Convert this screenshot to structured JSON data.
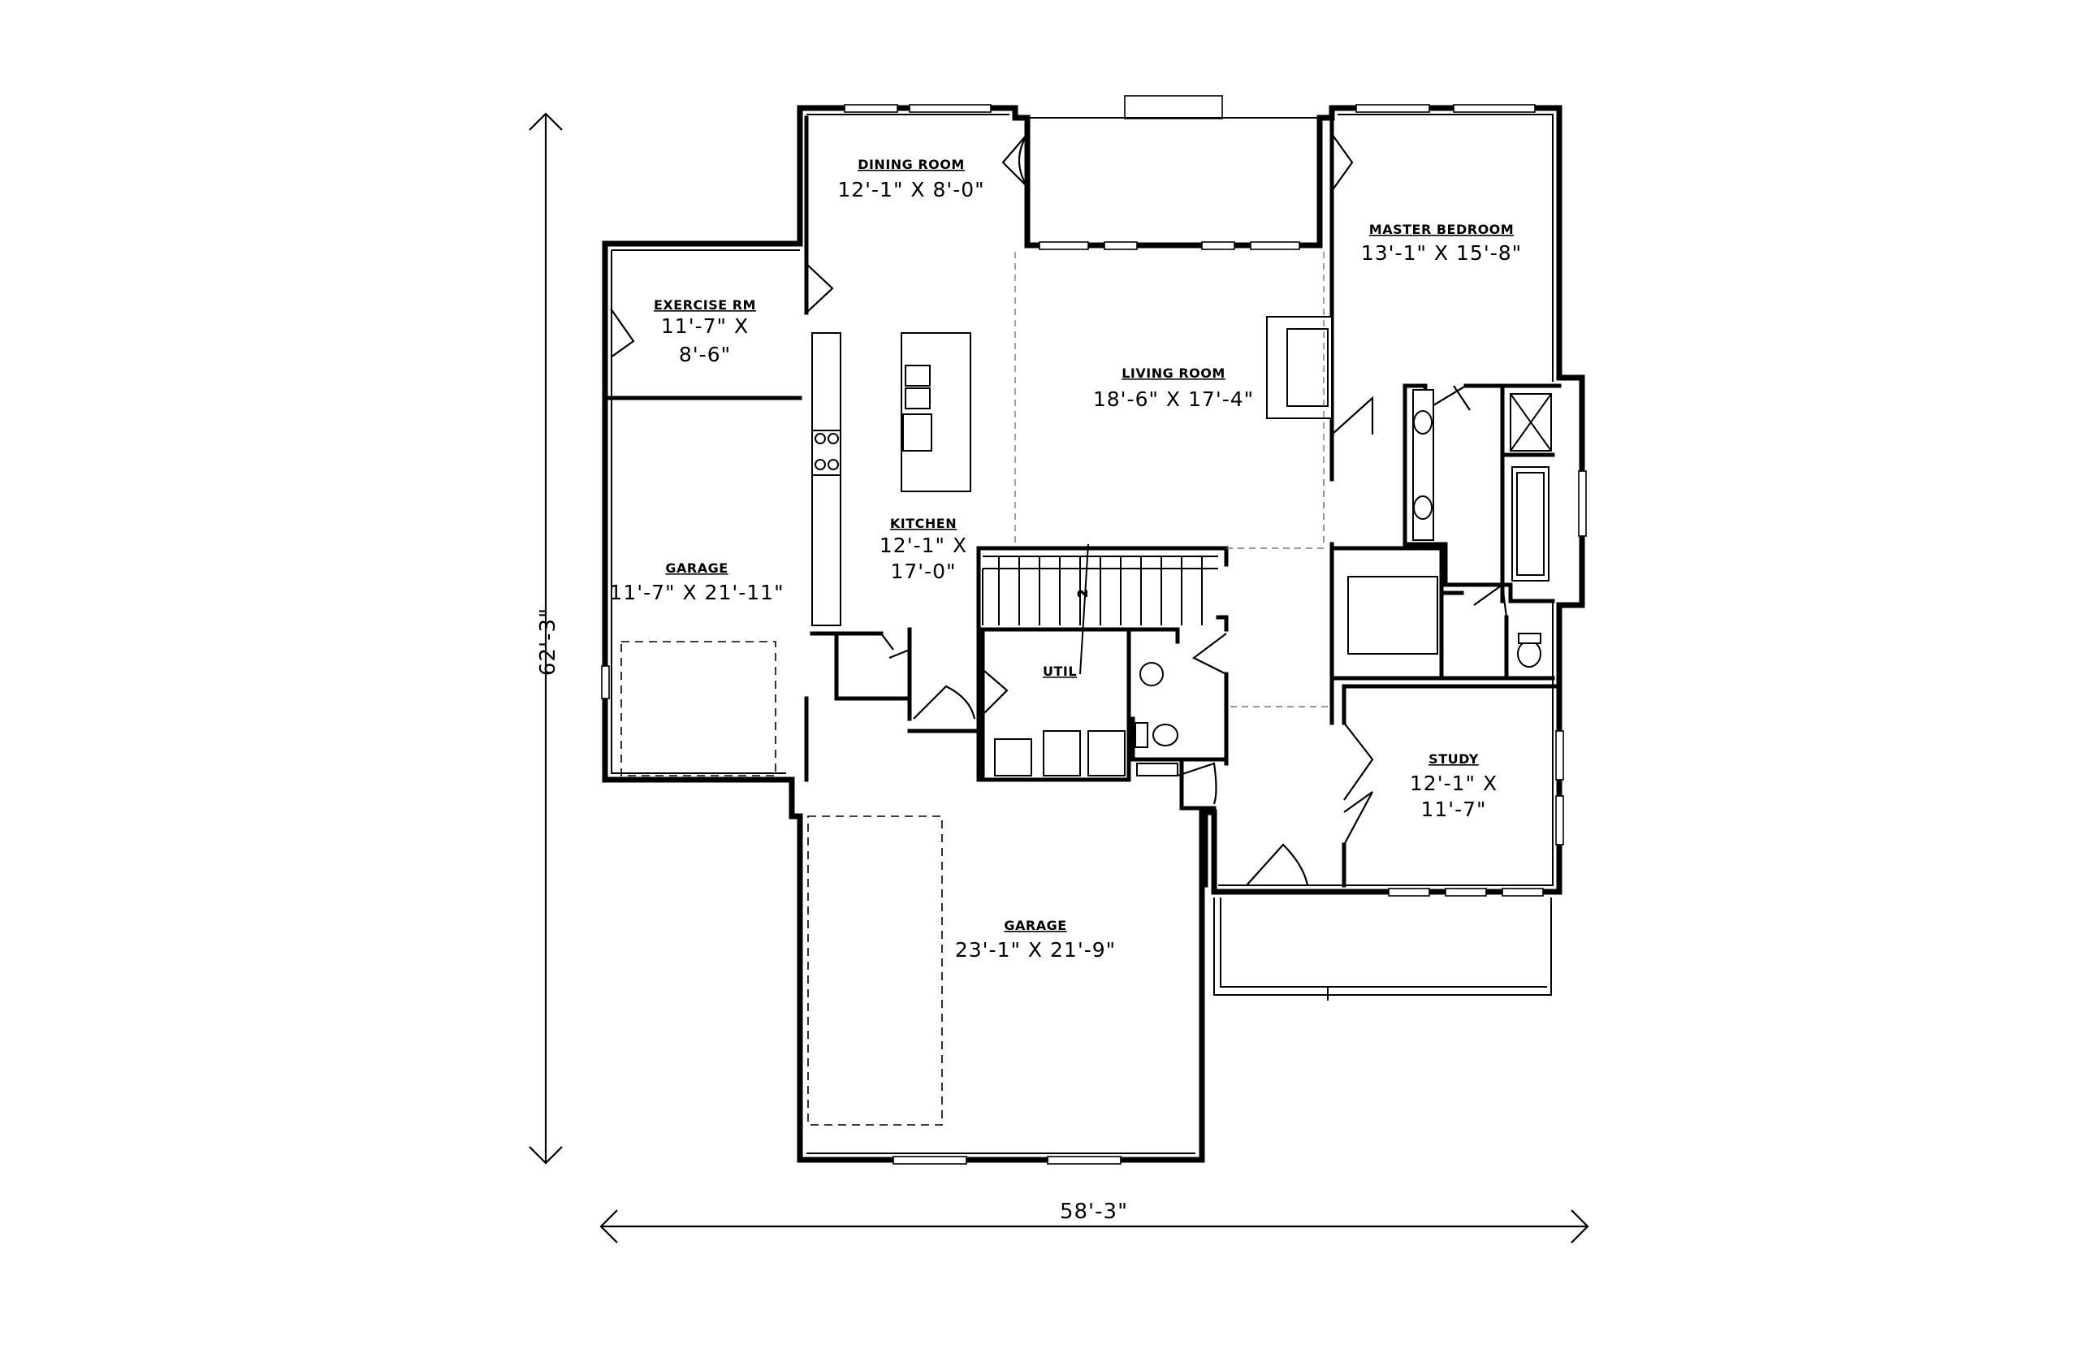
{
  "overall": {
    "width_label": "58'-3\"",
    "depth_label": "62'-3\""
  },
  "rooms": {
    "dining": {
      "name": "DINING ROOM",
      "dim1": "12'-1\" X 8'-0\""
    },
    "master": {
      "name": "MASTER BEDROOM",
      "dim1": "13'-1\" X 15'-8\""
    },
    "exercise": {
      "name": "EXERCISE RM",
      "dim1": "11'-7\" X",
      "dim2": "8'-6\""
    },
    "living": {
      "name": "LIVING ROOM",
      "dim1": "18'-6\" X 17'-4\""
    },
    "kitchen": {
      "name": "KITCHEN",
      "dim1": "12'-1\" X",
      "dim2": "17'-0\""
    },
    "garage_small": {
      "name": "GARAGE",
      "dim1": "11'-7\" X 21'-11\""
    },
    "util": {
      "name": "UTIL"
    },
    "study": {
      "name": "STUDY",
      "dim1": "12'-1\" X",
      "dim2": "11'-7\""
    },
    "garage_large": {
      "name": "GARAGE",
      "dim1": "23'-1\" X 21'-9\""
    }
  },
  "stair_label": "2"
}
